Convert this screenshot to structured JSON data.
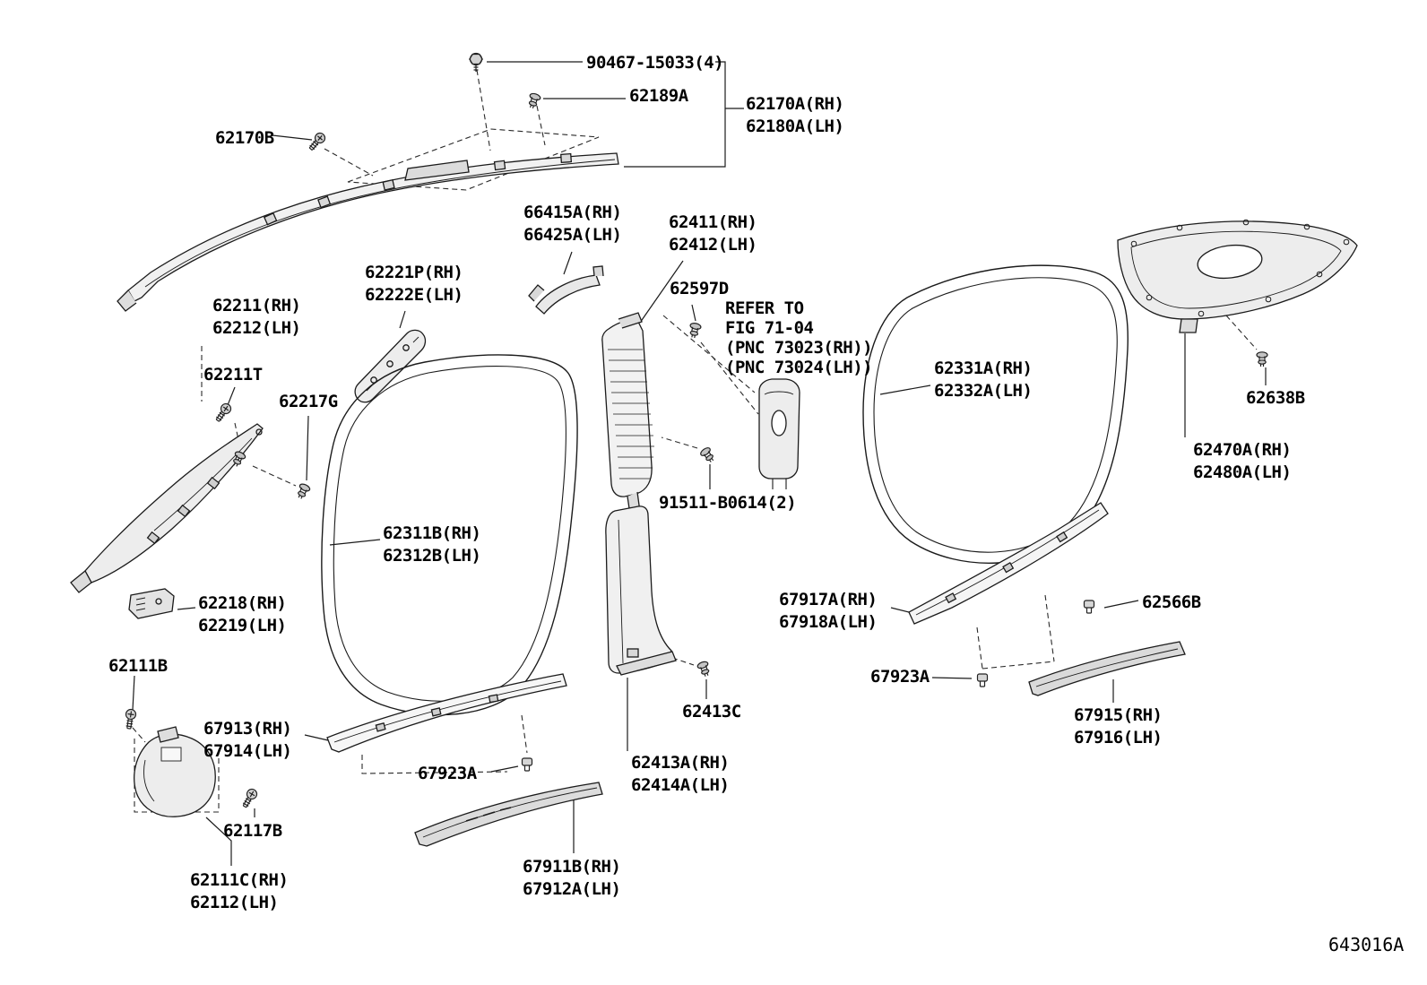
{
  "page": {
    "background": "#ffffff"
  },
  "colors": {
    "line": "#1b1b1b",
    "text": "#000000",
    "fill_light": "#ededed"
  },
  "icons": {
    "bolt": "hex-bolt-icon",
    "screw": "screw-icon",
    "pin": "push-pin-grommet-icon",
    "clip": "retainer-clip-icon"
  },
  "figure": {
    "code": "643016A"
  },
  "labels": {
    "b90467": {
      "lines": [
        "90467-15033(4)"
      ]
    },
    "c62189a": {
      "lines": [
        "62189A"
      ]
    },
    "r62170a": {
      "lines": [
        "62170A(RH)",
        "62180A(LH)"
      ]
    },
    "s62170b": {
      "lines": [
        "62170B"
      ]
    },
    "g66415a": {
      "lines": [
        "66415A(RH)",
        "66425A(LH)"
      ]
    },
    "p62411": {
      "lines": [
        "62411(RH)",
        "62412(LH)"
      ]
    },
    "r62221p": {
      "lines": [
        "62221P(RH)",
        "62222E(LH)"
      ]
    },
    "g62597d": {
      "lines": [
        "62597D"
      ]
    },
    "note": {
      "lines": [
        "REFER TO",
        "FIG 71-04",
        "(PNC 73023(RH))",
        "(PNC 73024(LH))"
      ]
    },
    "p62211": {
      "lines": [
        "62211(RH)",
        "62212(LH)"
      ]
    },
    "s62211t": {
      "lines": [
        "62211T"
      ]
    },
    "c62217g": {
      "lines": [
        "62217G"
      ]
    },
    "w62331a": {
      "lines": [
        "62331A(RH)",
        "62332A(LH)"
      ]
    },
    "g62638b": {
      "lines": [
        "62638B"
      ]
    },
    "t62470a": {
      "lines": [
        "62470A(RH)",
        "62480A(LH)"
      ]
    },
    "c91511": {
      "lines": [
        "91511-B0614(2)"
      ]
    },
    "w62311b": {
      "lines": [
        "62311B(RH)",
        "62312B(LH)"
      ]
    },
    "b62218": {
      "lines": [
        "62218(RH)",
        "62219(LH)"
      ]
    },
    "s67917a": {
      "lines": [
        "67917A(RH)",
        "67918A(LH)"
      ]
    },
    "c62566b": {
      "lines": [
        "62566B"
      ]
    },
    "b62111b": {
      "lines": [
        "62111B"
      ]
    },
    "c67923a_rear": {
      "lines": [
        "67923A"
      ]
    },
    "p67915": {
      "lines": [
        "67915(RH)",
        "67916(LH)"
      ]
    },
    "c62413c": {
      "lines": [
        "62413C"
      ]
    },
    "s67913": {
      "lines": [
        "67913(RH)",
        "67914(LH)"
      ]
    },
    "c67923a_front": {
      "lines": [
        "67923A"
      ]
    },
    "p62413a": {
      "lines": [
        "62413A(RH)",
        "62414A(LH)"
      ]
    },
    "s62117b": {
      "lines": [
        "62117B"
      ]
    },
    "t62111c": {
      "lines": [
        "62111C(RH)",
        "62112(LH)"
      ]
    },
    "p67911b": {
      "lines": [
        "67911B(RH)",
        "67912A(LH)"
      ]
    }
  }
}
